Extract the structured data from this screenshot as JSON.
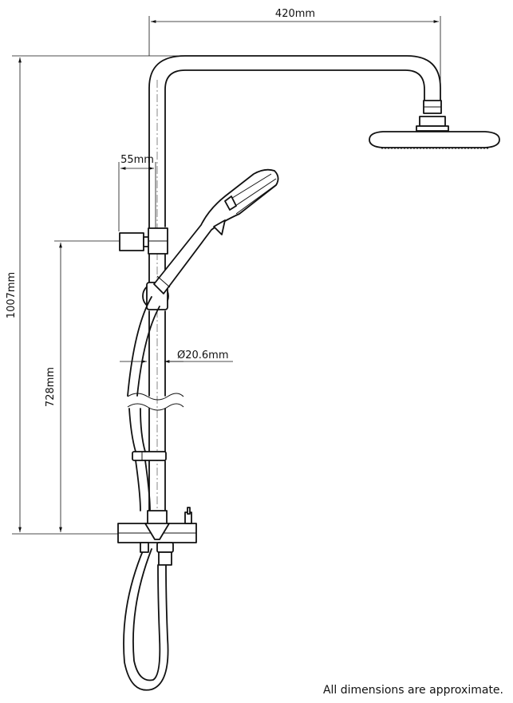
{
  "dimensions": {
    "arm_width": "420mm",
    "total_height": "1007mm",
    "bracket_offset": "55mm",
    "bracket_height": "728mm",
    "rail_diameter": "Ø20.6mm"
  },
  "footnote": "All dimensions are approximate."
}
